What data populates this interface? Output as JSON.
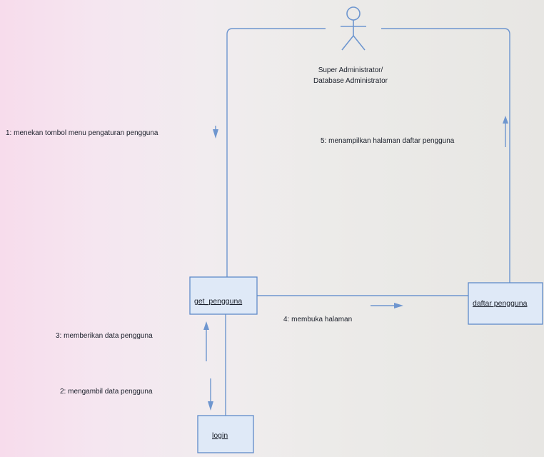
{
  "actor": {
    "line1": "Super Administrator/",
    "line2": "Database Administrator"
  },
  "objects": {
    "get_pengguna": "get_pengguna",
    "daftar_pengguna": "daftar pengguna",
    "login": "login"
  },
  "messages": {
    "m1": "1: menekan tombol menu pengaturan pengguna",
    "m2": "2: mengambil data pengguna",
    "m3": "3: memberikan data pengguna",
    "m4": "4: membuka halaman",
    "m5": "5: menampilkan halaman daftar pengguna"
  },
  "colors": {
    "line": "#6e96cf",
    "box_fill": "#dfe9f7"
  }
}
